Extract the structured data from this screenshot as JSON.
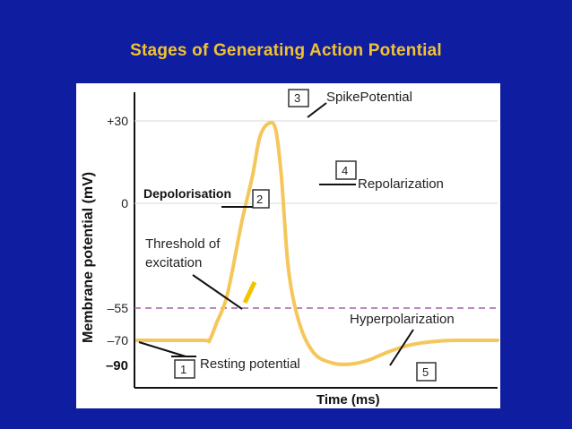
{
  "slide": {
    "title": "Stages  of  Generating Action Potential",
    "title_color": "#f2c230",
    "background_color": "#0f1ea0"
  },
  "chart_data": {
    "type": "line",
    "xlabel": "Time (ms)",
    "ylabel": "Membrane potential (mV)",
    "y_ticks": [
      {
        "value": 30,
        "label": "+30"
      },
      {
        "value": 0,
        "label": "0"
      },
      {
        "value": -55,
        "label": "–55"
      },
      {
        "value": -70,
        "label": "–70"
      },
      {
        "value": -90,
        "label": "–90"
      }
    ],
    "threshold": {
      "value": -55,
      "style": "dashed",
      "color": "#a060a8"
    },
    "series": [
      {
        "color": "#f5c75a",
        "x": [
          0,
          0.9,
          1.0,
          1.1,
          1.25,
          1.45,
          1.6,
          1.7,
          1.82,
          1.92,
          2.0,
          2.1,
          2.25,
          2.45,
          2.7,
          2.95,
          3.2,
          3.45,
          3.7,
          3.95,
          4.2,
          4.45,
          4.7,
          5.0
        ],
        "y": [
          -70,
          -70,
          -70,
          -62,
          -48,
          -10,
          10,
          24,
          29,
          27,
          10,
          -35,
          -62,
          -80,
          -88,
          -89,
          -86,
          -80,
          -75,
          -72,
          -70.5,
          -70,
          -70,
          -70
        ]
      }
    ],
    "annotations": [
      {
        "num": "1",
        "text": "Resting potential"
      },
      {
        "num": "2",
        "text": "Depolorisation"
      },
      {
        "num": "3",
        "text": "SpikePotential"
      },
      {
        "num": "4",
        "text": "Repolarization"
      },
      {
        "num": "5",
        "text": "Hyperpolarization"
      },
      {
        "num": "",
        "text_lines": [
          "Threshold of",
          "excitation"
        ]
      }
    ],
    "grid": true,
    "legend": "none"
  }
}
